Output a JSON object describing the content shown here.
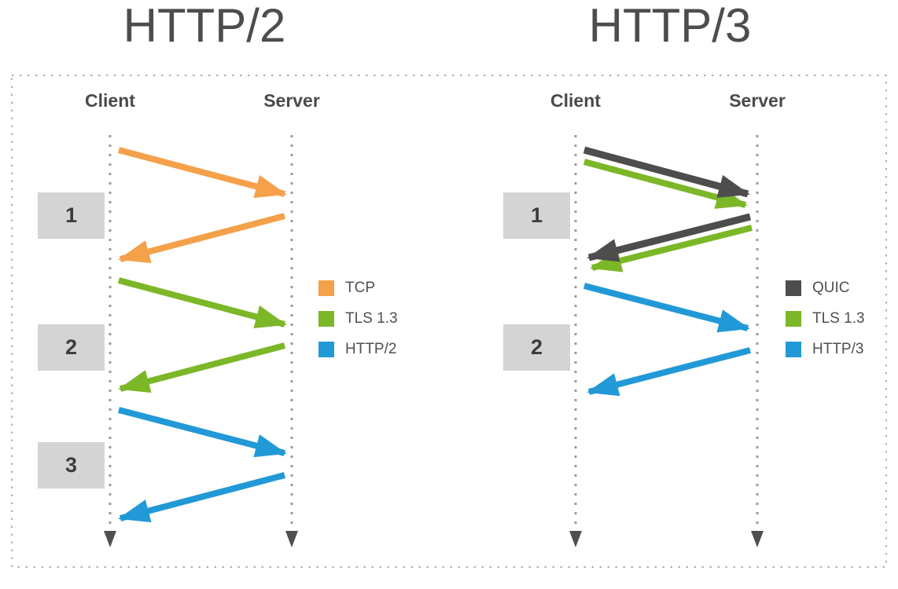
{
  "colors": {
    "tcp": "#F5A04A",
    "tls13": "#7CB728",
    "http2": "#2299D7",
    "quic": "#4D4D4D",
    "http3": "#2299D7",
    "timeline": "#9B9B9B",
    "timeline_arrow": "#4F4F4F",
    "frame_border": "#AFAFAF",
    "step_background": "#D4D4D4"
  },
  "http2": {
    "title": "HTTP/2",
    "client_label": "Client",
    "server_label": "Server",
    "step1": "1",
    "step2": "2",
    "step3": "3",
    "legend": {
      "tcp": "TCP",
      "tls": "TLS 1.3",
      "http": "HTTP/2"
    }
  },
  "http3": {
    "title": "HTTP/3",
    "client_label": "Client",
    "server_label": "Server",
    "step1": "1",
    "step2": "2",
    "legend": {
      "quic": "QUIC",
      "tls": "TLS 1.3",
      "http": "HTTP/3"
    }
  }
}
